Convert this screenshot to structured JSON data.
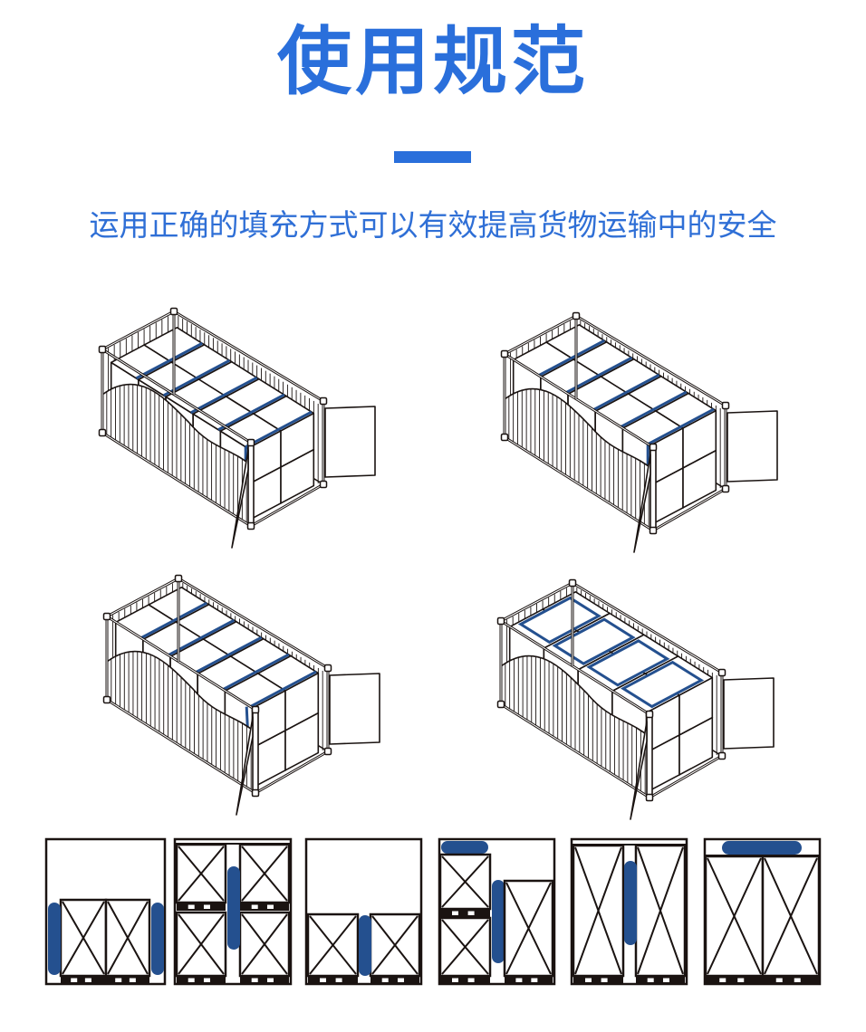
{
  "header": {
    "title": "使用规范",
    "subtitle": "运用正确的填充方式可以有效提高货物运输中的安全"
  },
  "colors": {
    "accent": "#2a6fdb",
    "airbag": "#24508f",
    "line": "#1a1311"
  },
  "illustrations": {
    "containers": [
      "vertical-straps",
      "vertical-straps-pallets",
      "side-bags",
      "top-bags"
    ],
    "diagrams": [
      "side-gaps",
      "center-gap-stacked",
      "center-gap-low",
      "mixed-stack",
      "center-gap-tall",
      "top-gap"
    ]
  }
}
